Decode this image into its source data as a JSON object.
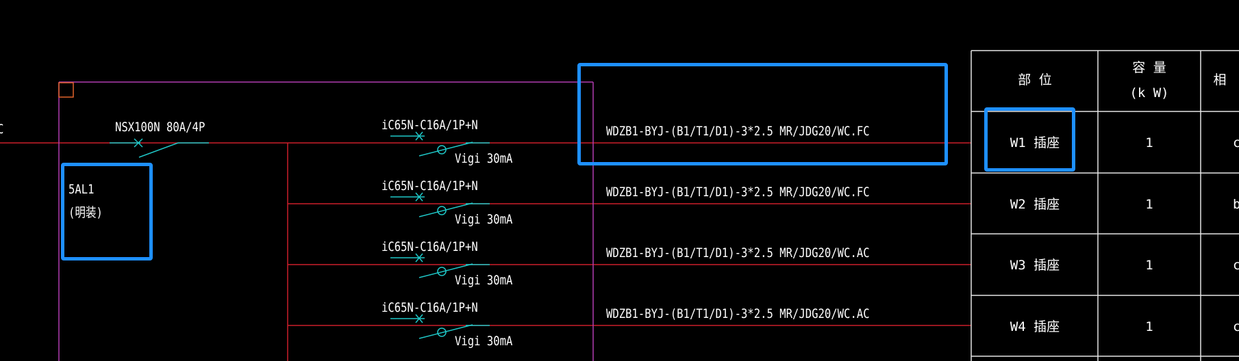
{
  "colors": {
    "background": "#000000",
    "bus": "#cc1f2a",
    "enclosure": "#b03cb0",
    "switch": "#1fc8c8",
    "text": "#ffffff",
    "highlight": "#1e90ff",
    "table_lines": "#e6e6e6"
  },
  "edge_label": "C",
  "main_breaker": {
    "label": "NSX100N 80A/4P"
  },
  "panel": {
    "name": "5AL1",
    "mount": "(明装)"
  },
  "branches": [
    {
      "breaker": "iC65N-C16A/1P+N",
      "rcd": "Vigi 30mA",
      "cable": "WDZB1-BYJ-(B1/T1/D1)-3*2.5  MR/JDG20/WC.FC"
    },
    {
      "breaker": "iC65N-C16A/1P+N",
      "rcd": "Vigi 30mA",
      "cable": "WDZB1-BYJ-(B1/T1/D1)-3*2.5  MR/JDG20/WC.FC"
    },
    {
      "breaker": "iC65N-C16A/1P+N",
      "rcd": "Vigi 30mA",
      "cable": "WDZB1-BYJ-(B1/T1/D1)-3*2.5  MR/JDG20/WC.AC"
    },
    {
      "breaker": "iC65N-C16A/1P+N",
      "rcd": "Vigi 30mA",
      "cable": "WDZB1-BYJ-(B1/T1/D1)-3*2.5  MR/JDG20/WC.AC"
    }
  ],
  "table": {
    "headers": {
      "location": "部 位",
      "capacity_line1": "容 量",
      "capacity_line2": "(k W)",
      "phase": "相"
    },
    "rows": [
      {
        "location": "W1 插座",
        "capacity": "1",
        "phase": "c"
      },
      {
        "location": "W2 插座",
        "capacity": "1",
        "phase": "b"
      },
      {
        "location": "W3 插座",
        "capacity": "1",
        "phase": "c"
      },
      {
        "location": "W4 插座",
        "capacity": "1",
        "phase": "c"
      }
    ]
  }
}
